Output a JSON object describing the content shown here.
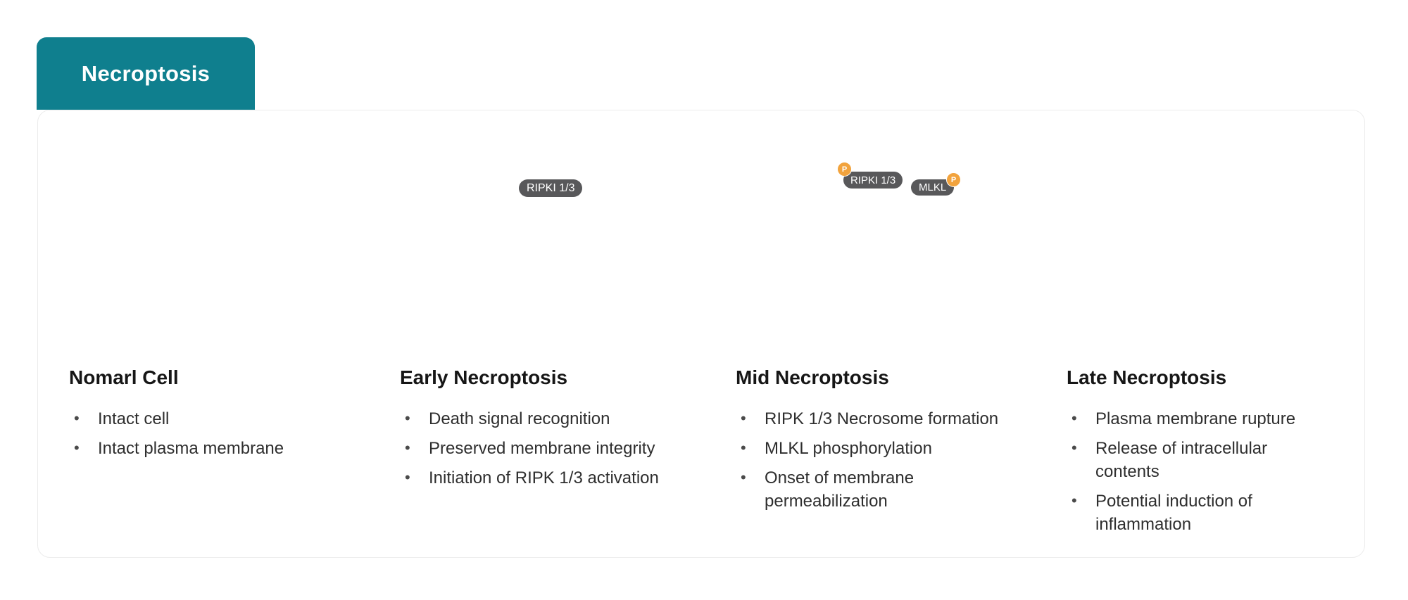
{
  "header": {
    "tab_label": "Necroptosis"
  },
  "stages": [
    {
      "title": "Nomarl Cell",
      "bullets": [
        "Intact cell",
        "Intact plasma membrane"
      ]
    },
    {
      "title": "Early Necroptosis",
      "bullets": [
        "Death signal recognition",
        "Preserved membrane integrity",
        "Initiation of RIPK 1/3 activation"
      ],
      "badge": "RIPKI 1/3"
    },
    {
      "title": "Mid Necroptosis",
      "bullets": [
        "RIPK 1/3 Necrosome formation",
        "MLKL phosphorylation",
        "Onset of membrane permeabilization"
      ],
      "badge_ripk": "RIPKI 1/3",
      "badge_mlkl": "MLKL",
      "phospho_label": "P"
    },
    {
      "title": "Late Necroptosis",
      "bullets": [
        "Plasma membrane rupture",
        "Release of intracellular contents",
        "Potential induction of inflammation"
      ]
    }
  ],
  "colors": {
    "tab_teal": "#0f7f8e",
    "cell_body": "#a7d4db",
    "cell_outline": "#3f8b9b",
    "organelle_teal": "#1a7f99",
    "nucleus": "#2f6876",
    "pale_spill": "#d2e6eb",
    "badge_gray": "#58585a",
    "phospho_orange": "#f2a33d",
    "flow_arrow_gray": "#ededee"
  }
}
